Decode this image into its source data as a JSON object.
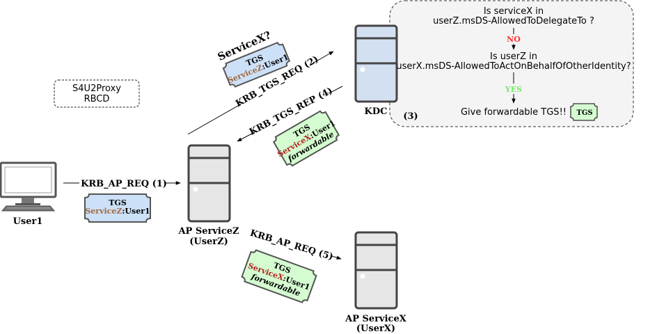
{
  "legend": {
    "line1": "S4U2Proxy",
    "line2": "RBCD"
  },
  "nodes": {
    "user": {
      "label": "User1"
    },
    "service_z": {
      "label_line1": "AP ServiceZ",
      "label_line2": "(UserZ)"
    },
    "kdc": {
      "label": "KDC"
    },
    "service_x": {
      "label_line1": "AP ServiceX",
      "label_line2": "(UserX)"
    }
  },
  "messages": {
    "ap_req_1": "KRB_AP_REQ (1)",
    "tgs_req_2": "KRB_TGS_REQ (2)",
    "tgs_rep_4": "KRB_TGS_REP (4)",
    "ap_req_5": "KRB_AP_REQ (5)",
    "service_question": "ServiceX?"
  },
  "tickets": {
    "t1": {
      "title": "TGS",
      "service": "ServiceZ",
      "user": ":User1"
    },
    "t2": {
      "title": "TGS",
      "service": "ServiceZ",
      "user": ":User1"
    },
    "t4": {
      "title": "TGS",
      "service": "ServiceX",
      "user": ":User1",
      "flag": "forwardable"
    },
    "t5": {
      "title": "TGS",
      "service": "ServiceX",
      "user": ":User1",
      "flag": "forwardable"
    },
    "small": {
      "title": "TGS"
    }
  },
  "kdc_box": {
    "step": "(3)",
    "q1_line1": "Is serviceX in",
    "q1_line2": "userZ.msDS-AllowedToDelegateTo ?",
    "no": "NO",
    "q2_line1": "Is userZ in",
    "q2_line2": "userX.msDS-AllowedToActOnBehalfOfOtherIdentity?",
    "yes": "YES",
    "result": "Give forwardable TGS!!"
  },
  "colors": {
    "ticket_blue": "#cce0f7",
    "ticket_green": "#d5fbd0",
    "server_blue": "#d3e0f2",
    "server_gray": "#e6e6e6",
    "no_red": "#ff3030",
    "yes_green": "#77e86b",
    "service_z_brown": "#a0693f",
    "service_x_red": "#b22222"
  }
}
